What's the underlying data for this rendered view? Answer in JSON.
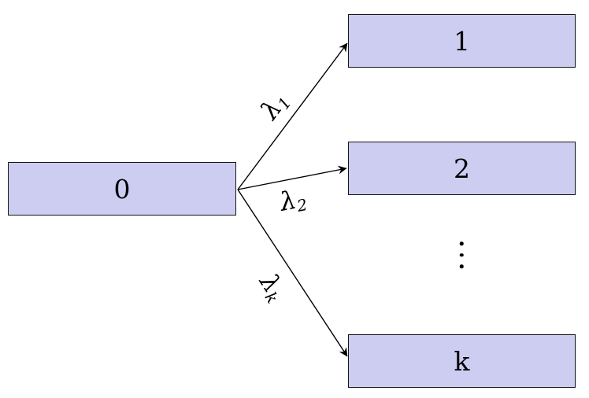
{
  "diagram": {
    "colors": {
      "background": "#ffffff",
      "node_fill": "#cdcdf2",
      "node_border": "#151515",
      "edge": "#000000",
      "text": "#000000"
    },
    "nodes": [
      {
        "id": "0",
        "label": "0"
      },
      {
        "id": "1",
        "label": "1"
      },
      {
        "id": "2",
        "label": "2"
      },
      {
        "id": "k",
        "label": "k"
      }
    ],
    "edges": [
      {
        "from": "0",
        "to": "1",
        "label_base": "λ",
        "label_sub": "1"
      },
      {
        "from": "0",
        "to": "2",
        "label_base": "λ",
        "label_sub": "2"
      },
      {
        "from": "0",
        "to": "k",
        "label_base": "λ",
        "label_sub": "k"
      }
    ],
    "icons": {
      "vertical_ellipsis": "⋮"
    }
  }
}
